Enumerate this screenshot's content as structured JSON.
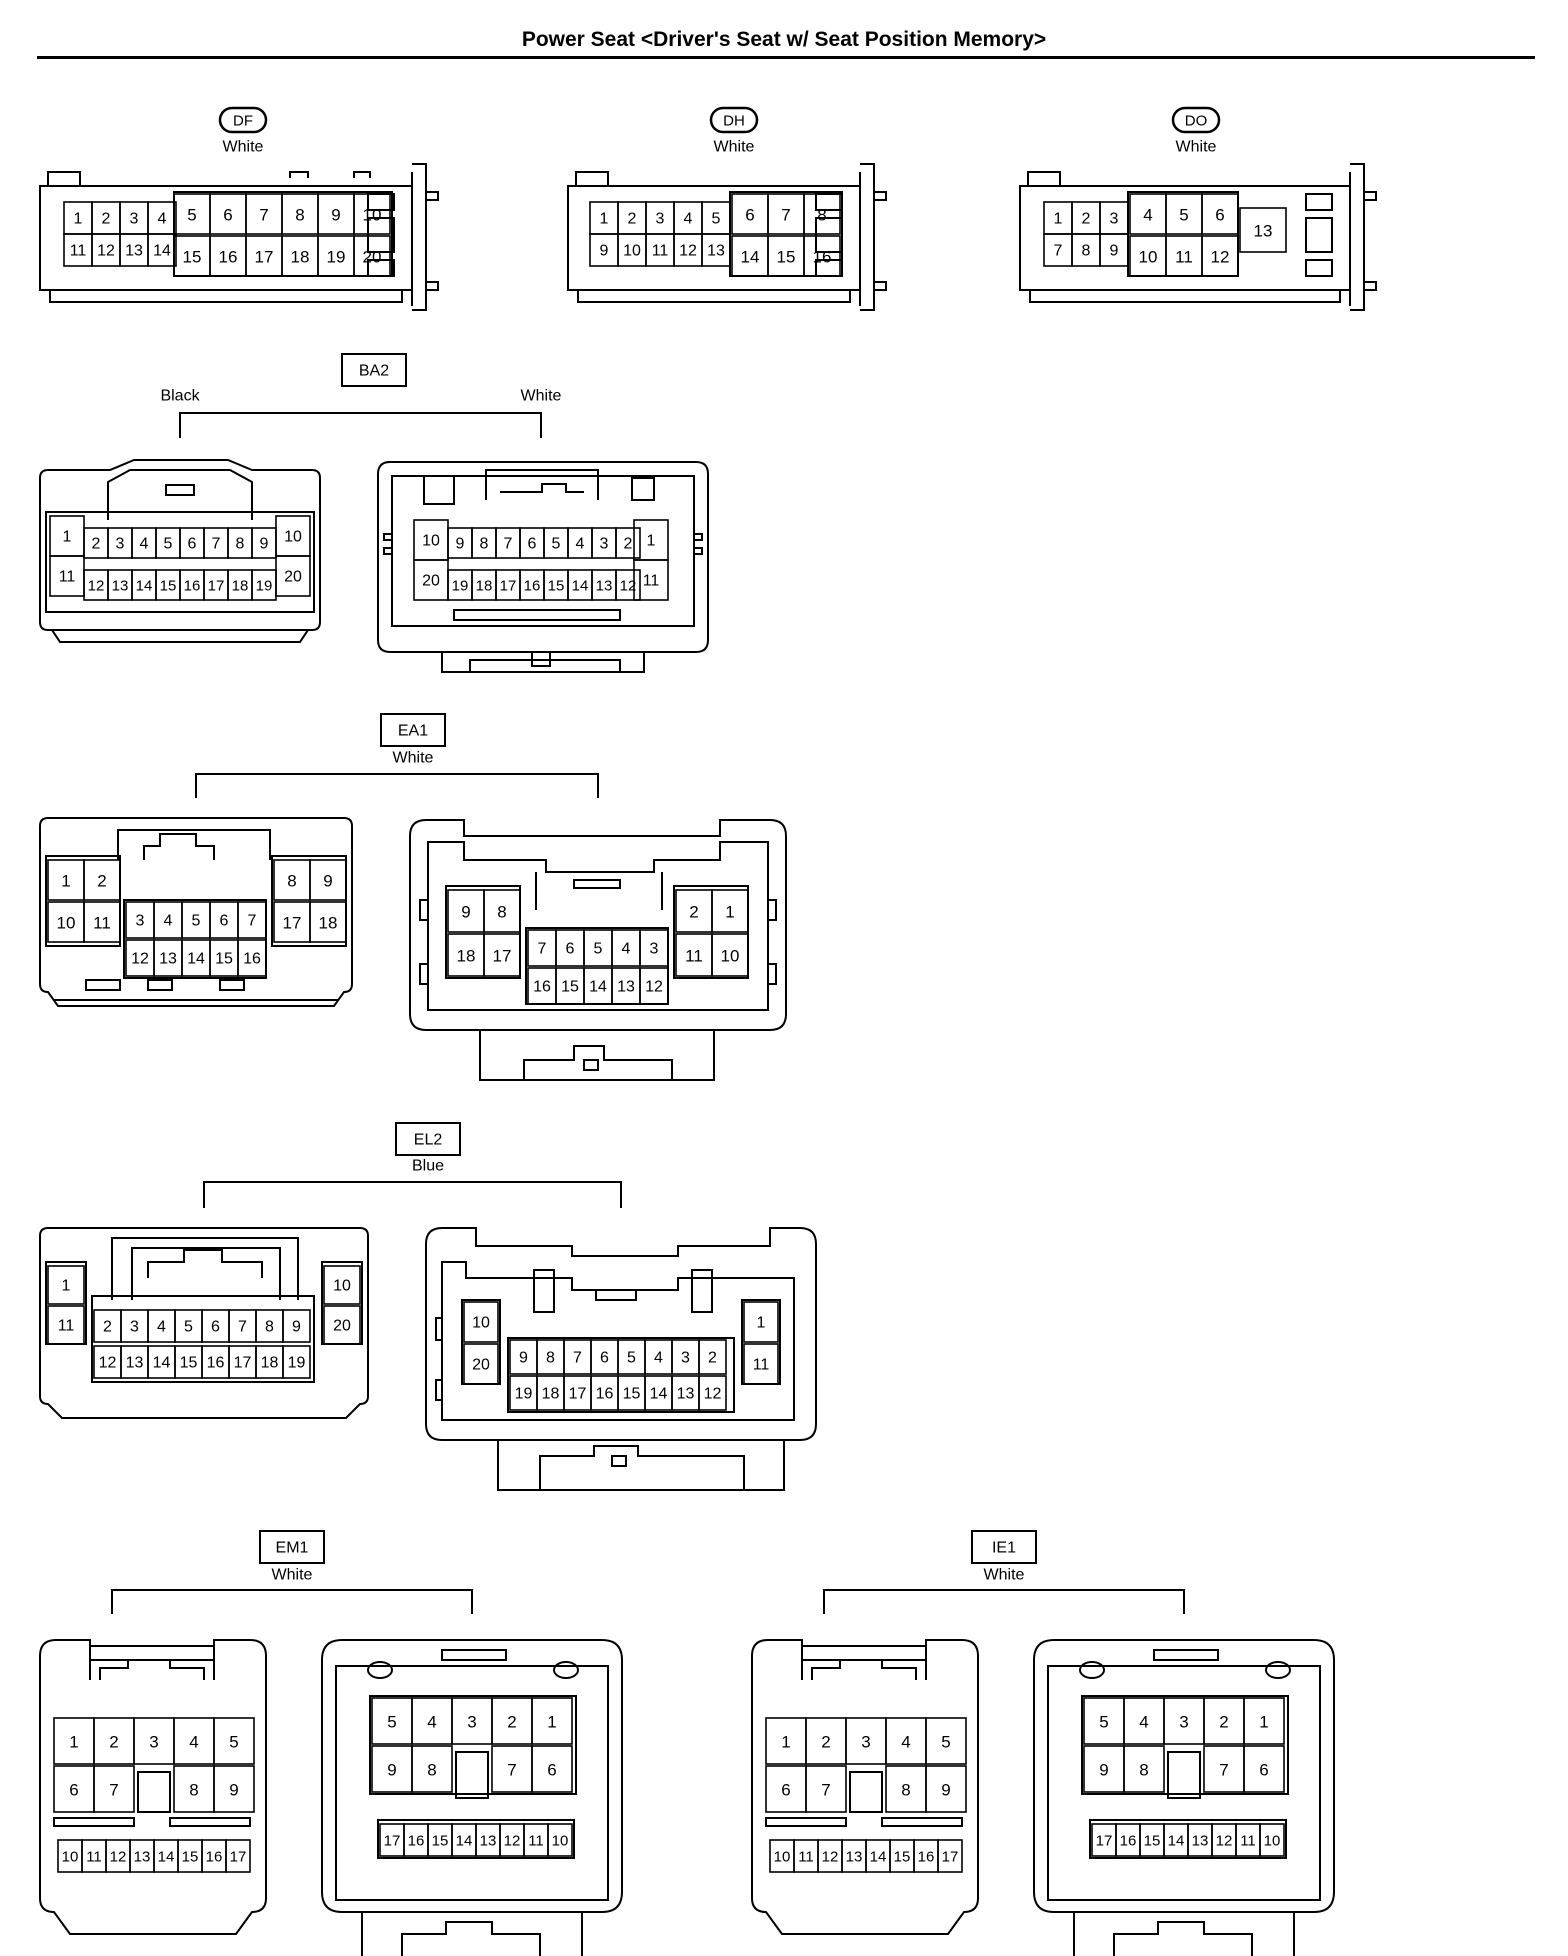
{
  "page": {
    "title": "Power Seat <Driver's Seat w/ Seat Position Memory>"
  },
  "connectors": {
    "DF": {
      "code": "DF",
      "color": "White",
      "pins_top": [
        "1",
        "2",
        "3",
        "4",
        "5",
        "6",
        "7",
        "8",
        "9",
        "10"
      ],
      "pins_bottom": [
        "11",
        "12",
        "13",
        "14",
        "15",
        "16",
        "17",
        "18",
        "19",
        "20"
      ]
    },
    "DH": {
      "code": "DH",
      "color": "White",
      "pins_top": [
        "1",
        "2",
        "3",
        "4",
        "5",
        "6",
        "7",
        "8"
      ],
      "pins_bottom": [
        "9",
        "10",
        "11",
        "12",
        "13",
        "14",
        "15",
        "16"
      ]
    },
    "DO": {
      "code": "DO",
      "color": "White",
      "pins_top": [
        "1",
        "2",
        "3",
        "4",
        "5",
        "6"
      ],
      "pins_bottom": [
        "7",
        "8",
        "9",
        "10",
        "11",
        "12"
      ],
      "pin_extra": "13"
    },
    "BA2": {
      "code": "BA2",
      "left_color": "Black",
      "right_color": "White",
      "left": {
        "side_top_left": "1",
        "side_bottom_left": "11",
        "side_top_right": "10",
        "side_bottom_right": "20",
        "pins_top": [
          "2",
          "3",
          "4",
          "5",
          "6",
          "7",
          "8",
          "9"
        ],
        "pins_bottom": [
          "12",
          "13",
          "14",
          "15",
          "16",
          "17",
          "18",
          "19"
        ]
      },
      "right": {
        "side_top_left": "10",
        "side_bottom_left": "20",
        "side_top_right": "1",
        "side_bottom_right": "11",
        "pins_top": [
          "9",
          "8",
          "7",
          "6",
          "5",
          "4",
          "3",
          "2"
        ],
        "pins_bottom": [
          "19",
          "18",
          "17",
          "16",
          "15",
          "14",
          "13",
          "12"
        ]
      }
    },
    "EA1": {
      "code": "EA1",
      "color": "White",
      "left": {
        "block_left": [
          [
            "1",
            "2"
          ],
          [
            "10",
            "11"
          ]
        ],
        "block_right": [
          [
            "8",
            "9"
          ],
          [
            "17",
            "18"
          ]
        ],
        "center_top": [
          "3",
          "4",
          "5",
          "6",
          "7"
        ],
        "center_bottom": [
          "12",
          "13",
          "14",
          "15",
          "16"
        ]
      },
      "right": {
        "block_left": [
          [
            "9",
            "8"
          ],
          [
            "18",
            "17"
          ]
        ],
        "block_right": [
          [
            "2",
            "1"
          ],
          [
            "11",
            "10"
          ]
        ],
        "center_top": [
          "7",
          "6",
          "5",
          "4",
          "3"
        ],
        "center_bottom": [
          "16",
          "15",
          "14",
          "13",
          "12"
        ]
      }
    },
    "EL2": {
      "code": "EL2",
      "color": "Blue",
      "left": {
        "side_top_left": "1",
        "side_bottom_left": "11",
        "side_top_right": "10",
        "side_bottom_right": "20",
        "pins_top": [
          "2",
          "3",
          "4",
          "5",
          "6",
          "7",
          "8",
          "9"
        ],
        "pins_bottom": [
          "12",
          "13",
          "14",
          "15",
          "16",
          "17",
          "18",
          "19"
        ]
      },
      "right": {
        "side_top_left": "10",
        "side_bottom_left": "20",
        "side_top_right": "1",
        "side_bottom_right": "11",
        "pins_top": [
          "9",
          "8",
          "7",
          "6",
          "5",
          "4",
          "3",
          "2"
        ],
        "pins_bottom": [
          "19",
          "18",
          "17",
          "16",
          "15",
          "14",
          "13",
          "12"
        ]
      }
    },
    "EM1": {
      "code": "EM1",
      "color": "White",
      "left": {
        "row1": [
          "1",
          "2",
          "3",
          "4",
          "5"
        ],
        "row2": [
          "6",
          "7",
          "",
          "8",
          "9"
        ],
        "row3": [
          "10",
          "11",
          "12",
          "13",
          "14",
          "15",
          "16",
          "17"
        ]
      },
      "right": {
        "row1": [
          "5",
          "4",
          "3",
          "2",
          "1"
        ],
        "row2": [
          "9",
          "8",
          "",
          "7",
          "6"
        ],
        "row3": [
          "17",
          "16",
          "15",
          "14",
          "13",
          "12",
          "11",
          "10"
        ]
      }
    },
    "IE1": {
      "code": "IE1",
      "color": "White",
      "left": {
        "row1": [
          "1",
          "2",
          "3",
          "4",
          "5"
        ],
        "row2": [
          "6",
          "7",
          "",
          "8",
          "9"
        ],
        "row3": [
          "10",
          "11",
          "12",
          "13",
          "14",
          "15",
          "16",
          "17"
        ]
      },
      "right": {
        "row1": [
          "5",
          "4",
          "3",
          "2",
          "1"
        ],
        "row2": [
          "9",
          "8",
          "",
          "7",
          "6"
        ],
        "row3": [
          "17",
          "16",
          "15",
          "14",
          "13",
          "12",
          "11",
          "10"
        ]
      }
    }
  }
}
